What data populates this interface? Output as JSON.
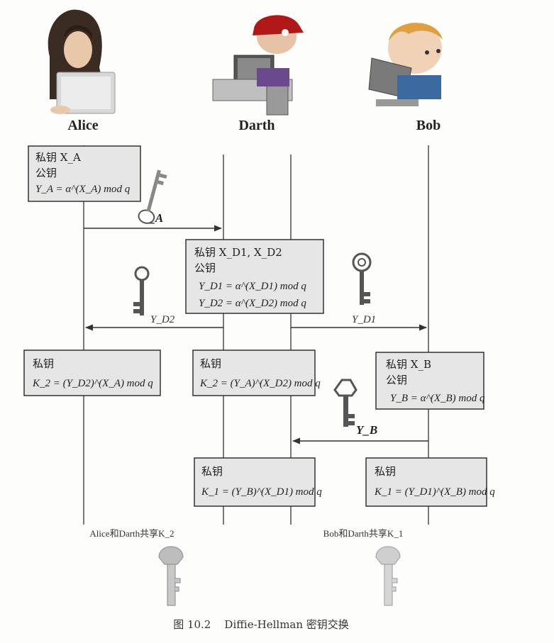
{
  "actors": {
    "alice": "Alice",
    "darth": "Darth",
    "bob": "Bob"
  },
  "boxes": {
    "alice_keys": {
      "line1": "私钥 X_A",
      "line2": "公钥",
      "line3": "Y_A = α^(X_A) mod q"
    },
    "darth_keys": {
      "line1": "私钥 X_D1, X_D2",
      "line2": "公钥",
      "line3": "Y_D1 = α^(X_D1) mod q",
      "line4": "Y_D2 = α^(X_D2) mod q"
    },
    "alice_secret": {
      "line1": "私钥",
      "line2": "K_2 = (Y_D2)^(X_A) mod q"
    },
    "darth_secret_k2": {
      "line1": "私钥",
      "line2": "K_2 = (Y_A)^(X_D2) mod q"
    },
    "bob_keys": {
      "line1": "私钥 X_B",
      "line2": "公钥",
      "line3": "Y_B = α^(X_B) mod q"
    },
    "darth_secret_k1": {
      "line1": "私钥",
      "line2": "K_1 = (Y_B)^(X_D1) mod q"
    },
    "bob_secret": {
      "line1": "私钥",
      "line2": "K_1 = (Y_D1)^(X_B) mod q"
    }
  },
  "messages": {
    "ya": "Y_A",
    "yd2": "Y_D2",
    "yd1": "Y_D1",
    "yb": "Y_B"
  },
  "shared": {
    "left": "Alice和Darth共享K_2",
    "right": "Bob和Darth共享K_1"
  },
  "caption": "图 10.2    Diffie-Hellman 密钥交换",
  "icons": [
    "person-alice-icon",
    "person-darth-icon",
    "person-bob-icon",
    "key-icon"
  ]
}
